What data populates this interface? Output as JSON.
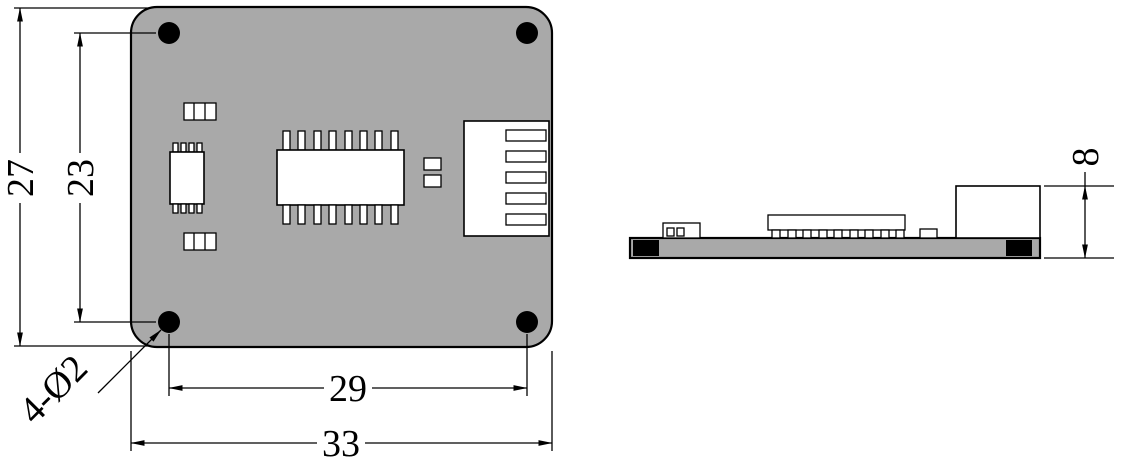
{
  "drawing": {
    "colors": {
      "board_fill": "#a9a9a9",
      "line": "#000000",
      "component_fill": "#ffffff",
      "background": "#ffffff"
    },
    "top_view": {
      "dimensions": {
        "overall_height": "27",
        "hole_pitch_vertical": "23",
        "hole_pitch_horizontal": "29",
        "overall_width": "33"
      },
      "hole_callout": "4-Ø2"
    },
    "side_view": {
      "dimensions": {
        "overall_height": "8"
      }
    }
  }
}
